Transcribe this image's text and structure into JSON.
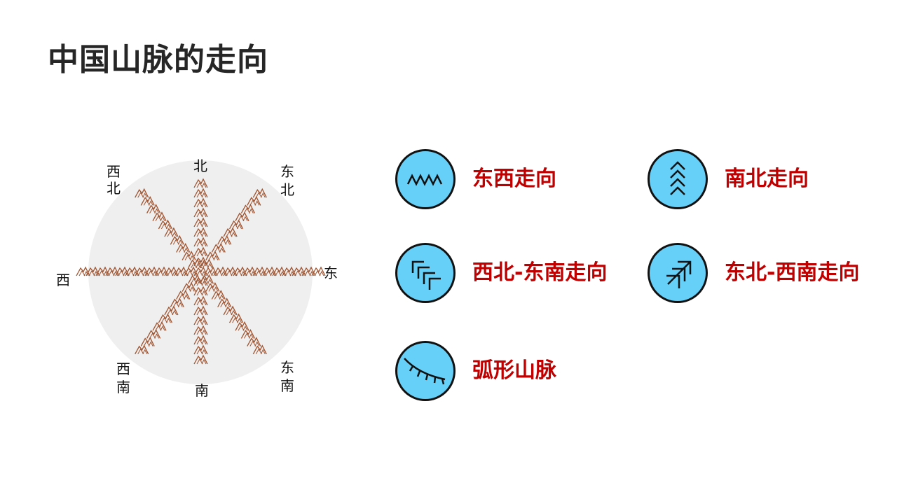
{
  "title": "中国山脉的走向",
  "compass": {
    "north": "北",
    "south": "南",
    "east": "东",
    "west": "西",
    "northeast": [
      "东",
      "北"
    ],
    "northwest": [
      "西",
      "北"
    ],
    "southeast": [
      "东",
      "南"
    ],
    "southwest": [
      "西",
      "南"
    ]
  },
  "legend": [
    {
      "label": "东西走向",
      "icon": "zigzag-mountain-icon"
    },
    {
      "label": "南北走向",
      "icon": "stacked-chevrons-up-icon"
    },
    {
      "label": "西北-东南走向",
      "icon": "diagonal-chevrons-nw-se-icon"
    },
    {
      "label": "东北-西南走向",
      "icon": "diagonal-chevrons-ne-sw-icon"
    },
    {
      "label": "弧形山脉",
      "icon": "arc-mountain-icon"
    }
  ],
  "colors": {
    "title": "#262626",
    "legend_text": "#c00000",
    "icon_fill": "#66d0f8",
    "icon_stroke": "#111111",
    "mountain": "#a0522d",
    "disc": "#efefef"
  }
}
